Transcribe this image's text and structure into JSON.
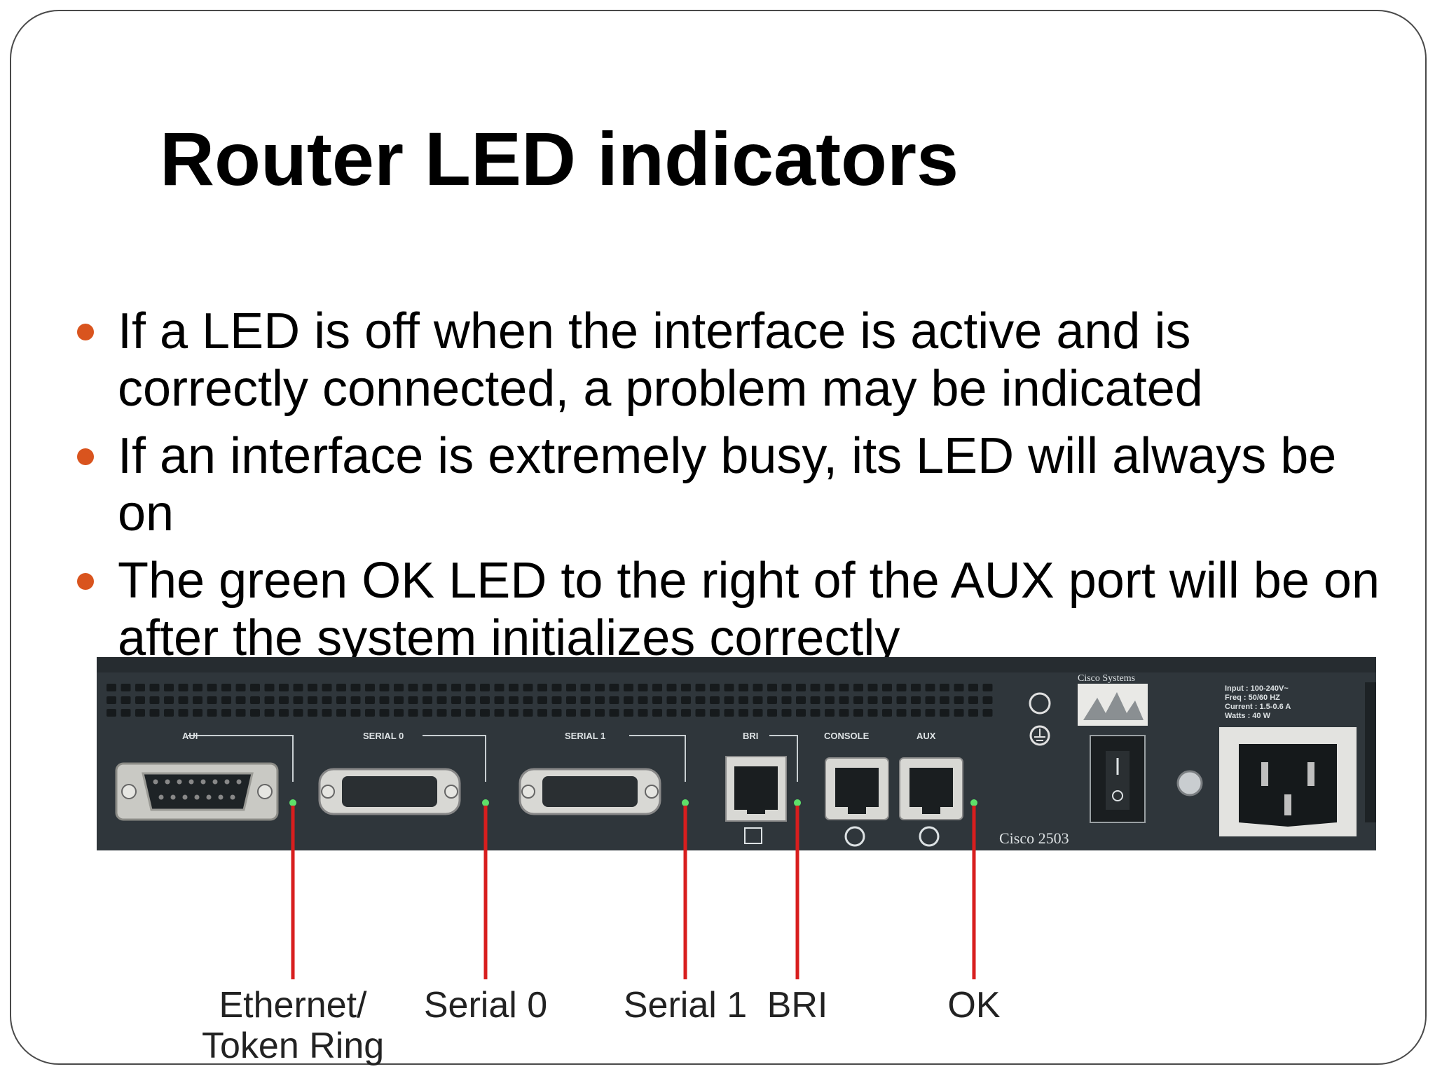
{
  "slide": {
    "title": "Router LED indicators",
    "bullets": [
      "If a LED is off when the interface is active and is correctly connected, a problem may be indicated",
      "If an interface is extremely busy, its LED will always be on",
      "The green OK LED to the right of the AUX port will be on after the system initializes correctly"
    ]
  },
  "router": {
    "port_labels": {
      "aui": "AUI",
      "serial0": "SERIAL 0",
      "serial1": "SERIAL 1",
      "bri": "BRI",
      "console": "CONSOLE",
      "aux": "AUX"
    },
    "model": "Cisco 2503",
    "brand": "Cisco Systems",
    "power_info": [
      "Input : 100-240V~",
      "Freq : 50/60 HZ",
      "Current : 1.5-0.6 A",
      "Watts : 40 W"
    ],
    "colors": {
      "panel": "#2f363b",
      "callout_line": "#d81e1e",
      "led": "#5ee06a",
      "bullet": "#d9541e"
    }
  },
  "callouts": {
    "ethernet": "Ethernet/\nToken Ring",
    "serial0": "Serial 0",
    "serial1": "Serial 1",
    "bri": "BRI",
    "ok": "OK"
  }
}
